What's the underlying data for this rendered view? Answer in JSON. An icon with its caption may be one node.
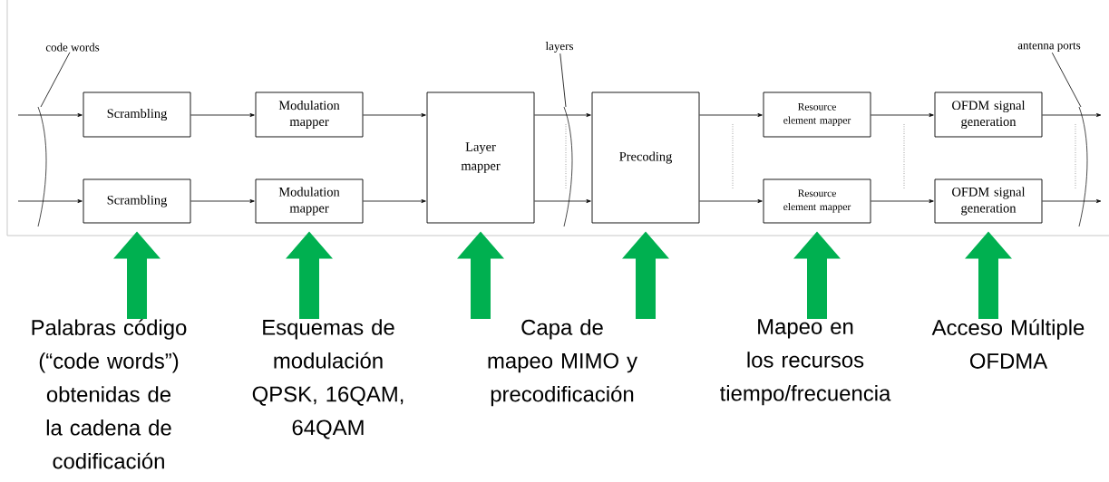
{
  "diagram": {
    "nodes": [
      {
        "text": [
          "Scrambling"
        ]
      },
      {
        "text": [
          "Scrambling"
        ]
      },
      {
        "text": [
          "Modulation mapper"
        ]
      },
      {
        "text": [
          "Modulation mapper"
        ]
      },
      {
        "text": [
          "Layer mapper"
        ]
      },
      {
        "text": [
          "Precoding"
        ]
      },
      {
        "text": [
          "Resource element mapper"
        ]
      },
      {
        "text": [
          "Resource element mapper"
        ]
      },
      {
        "text": [
          "OFDM signal generation"
        ]
      },
      {
        "text": [
          "OFDM signal generation"
        ]
      },
      {
        "text": [
          "Palabras código (“code words”) obtenidas de la cadena de codificación"
        ]
      },
      {
        "text": [
          "Esquemas de modulación QPSK, 16QAM, 64QAM"
        ]
      },
      {
        "text": [
          "Capa de mapeo MIMO y precodificación"
        ]
      },
      {
        "text": [
          "Mapeo en los recursos tiempo/frecuencia"
        ]
      },
      {
        "text": [
          "Acceso Múltiple OFDMA"
        ]
      },
      {
        "text": [
          "code words"
        ]
      },
      {
        "text": [
          "layers"
        ]
      },
      {
        "text": [
          "antenna ports"
        ]
      }
    ],
    "edges": [
      {
        "from": null,
        "to": 0,
        "arrow": "to"
      },
      {
        "from": null,
        "to": 1,
        "arrow": "to"
      },
      {
        "from": 0,
        "to": 2,
        "arrow": "to"
      },
      {
        "from": 1,
        "to": 3,
        "arrow": "to"
      },
      {
        "from": 2,
        "to": 4,
        "arrow": "to"
      },
      {
        "from": 3,
        "to": 4,
        "arrow": "to"
      },
      {
        "from": 4,
        "to": 5,
        "arrow": "to"
      },
      {
        "from": 4,
        "to": 5,
        "arrow": "to"
      },
      {
        "from": 5,
        "to": 6,
        "arrow": "to"
      },
      {
        "from": 5,
        "to": 7,
        "arrow": "to"
      },
      {
        "from": 6,
        "to": 8,
        "arrow": "to"
      },
      {
        "from": 7,
        "to": 9,
        "arrow": "to"
      },
      {
        "from": 8,
        "to": null,
        "arrow": "to"
      },
      {
        "from": 9,
        "to": null,
        "arrow": "to"
      },
      {
        "from": 10,
        "to": 1,
        "arrow": "to",
        "style": "thick",
        "color": "#00b050"
      },
      {
        "from": 11,
        "to": 3,
        "arrow": "to",
        "style": "thick",
        "color": "#00b050"
      },
      {
        "from": 12,
        "to": 4,
        "arrow": "to",
        "style": "thick",
        "color": "#00b050"
      },
      {
        "from": 12,
        "to": 5,
        "arrow": "to",
        "style": "thick",
        "color": "#00b050"
      },
      {
        "from": 13,
        "to": 7,
        "arrow": "to",
        "style": "thick",
        "color": "#00b050"
      },
      {
        "from": 14,
        "to": 9,
        "arrow": "to",
        "style": "thick",
        "color": "#00b050"
      },
      {
        "from": 15,
        "to": null,
        "arrow": "none"
      },
      {
        "from": 16,
        "to": null,
        "arrow": "none"
      },
      {
        "from": 17,
        "to": null,
        "arrow": "none"
      }
    ]
  }
}
